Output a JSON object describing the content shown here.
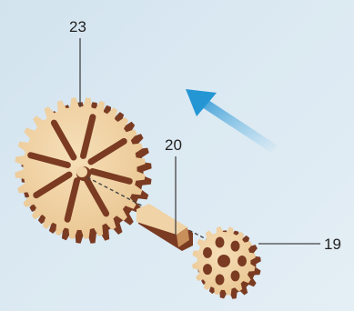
{
  "callouts": {
    "large_gear": "23",
    "shaft_piece": "20",
    "small_gear": "19"
  },
  "colors": {
    "background": "#d8e7f0",
    "wood_face": "#f0d3a6",
    "wood_edge": "#7a3b22",
    "arrow": "#2f9bd6",
    "leader_line": "#444444"
  },
  "icons": [
    "direction-arrow-icon"
  ]
}
